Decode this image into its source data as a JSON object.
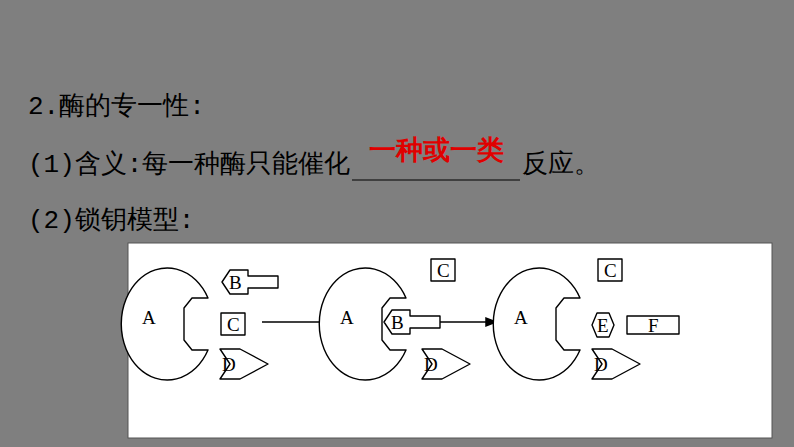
{
  "diagram": {
    "title": "2.酶的专一性:",
    "nodes": [
      {
        "text": [
          "A"
        ]
      },
      {
        "text": [
          "B"
        ]
      },
      {
        "text": [
          "C"
        ]
      },
      {
        "text": [
          "D"
        ]
      },
      {
        "text": [
          "C"
        ]
      },
      {
        "text": [
          "A"
        ]
      },
      {
        "text": [
          "B"
        ],
        "in": 5
      },
      {
        "text": [
          "D"
        ]
      },
      {
        "text": [
          "C"
        ]
      },
      {
        "text": [
          "A"
        ]
      },
      {
        "text": [
          "E"
        ]
      },
      {
        "text": [
          "F"
        ]
      },
      {
        "text": [
          "D"
        ]
      }
    ],
    "labels": [
      "(1)含义:每一种酶只能催化",
      "一种或一类",
      "反应。",
      "(2)锁钥模型:"
    ]
  }
}
